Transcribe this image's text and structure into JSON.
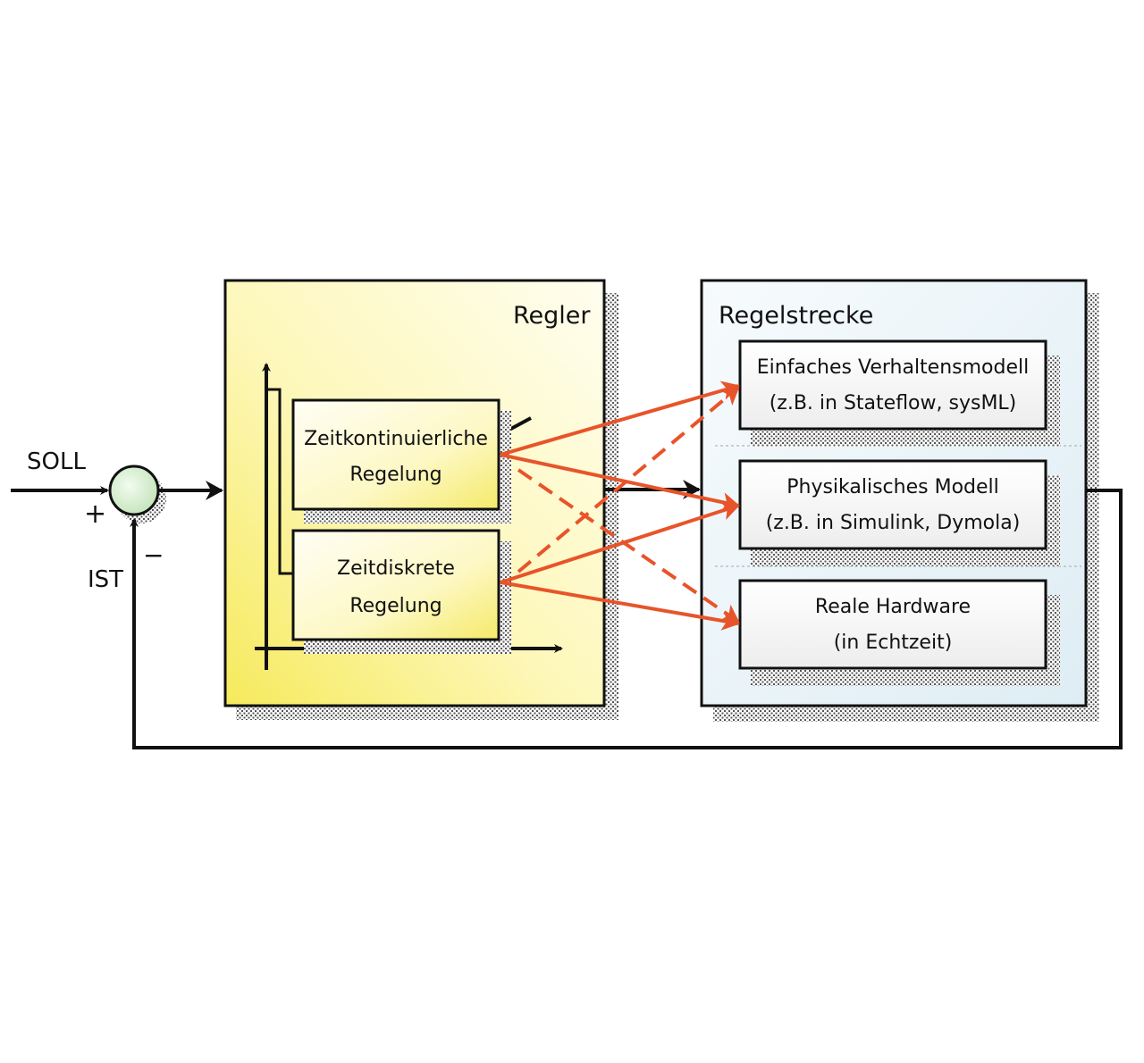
{
  "inputs": {
    "soll": "SOLL",
    "ist": "IST",
    "plus": "+",
    "minus": "−"
  },
  "regler": {
    "title": "Regler",
    "blocks": [
      {
        "line1": "Zeitkontinuierliche",
        "line2": "Regelung"
      },
      {
        "line1": "Zeitdiskrete",
        "line2": "Regelung"
      }
    ]
  },
  "regelstrecke": {
    "title": "Regelstrecke",
    "blocks": [
      {
        "line1": "Einfaches Verhaltensmodell",
        "line2": "(z.B. in Stateflow, sysML)"
      },
      {
        "line1": "Physikalisches Modell",
        "line2": "(z.B. in Simulink, Dymola)"
      },
      {
        "line1": "Reale Hardware",
        "line2": "(in Echtzeit)"
      }
    ]
  },
  "colors": {
    "regler_fill_light": "#fffde6",
    "regler_fill_strong": "#faf07a",
    "strecke_fill": "#eef6fa",
    "orange_arrow": "#e8542a",
    "line": "#111111"
  }
}
